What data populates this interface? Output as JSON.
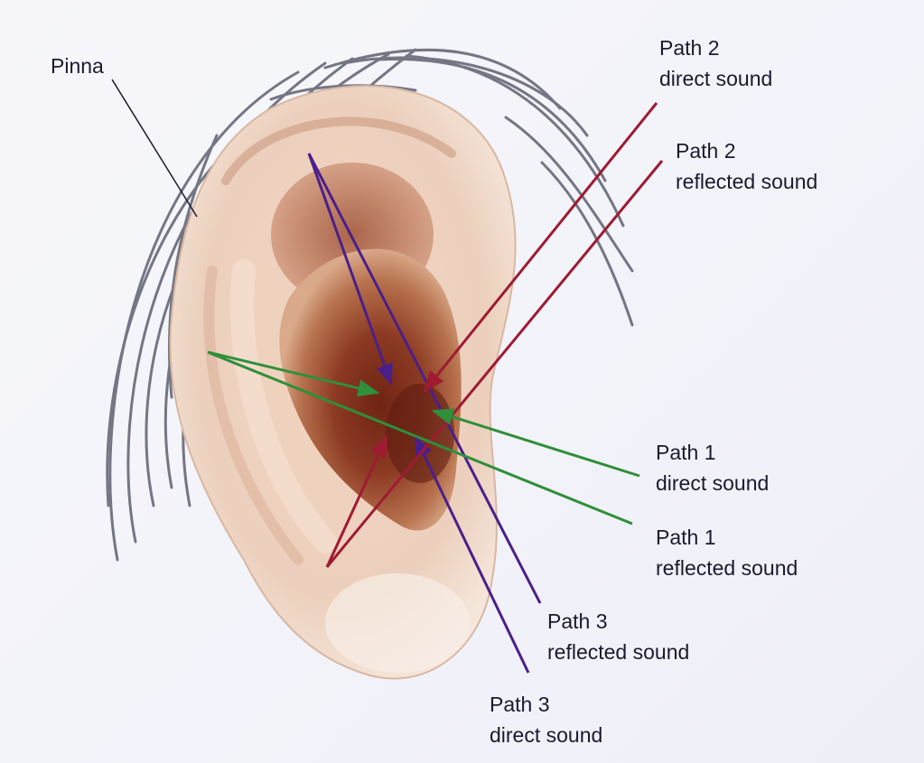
{
  "labels": {
    "pinna": "Pinna",
    "path2_direct": {
      "line1": "Path 2",
      "line2": "direct sound"
    },
    "path2_reflected": {
      "line1": "Path 2",
      "line2": "reflected sound"
    },
    "path1_direct": {
      "line1": "Path 1",
      "line2": "direct sound"
    },
    "path1_reflected": {
      "line1": "Path 1",
      "line2": "reflected sound"
    },
    "path3_reflected": {
      "line1": "Path 3",
      "line2": "reflected sound"
    },
    "path3_direct": {
      "line1": "Path 3",
      "line2": "direct sound"
    }
  },
  "colors": {
    "path1": "#2f8f3a",
    "path2": "#9e1b32",
    "path3": "#4b1f8a",
    "leader": "#1b1a2e",
    "skin": "#e9c2a6",
    "concha": "#8a3a22",
    "hair": "#4a4c5c"
  }
}
